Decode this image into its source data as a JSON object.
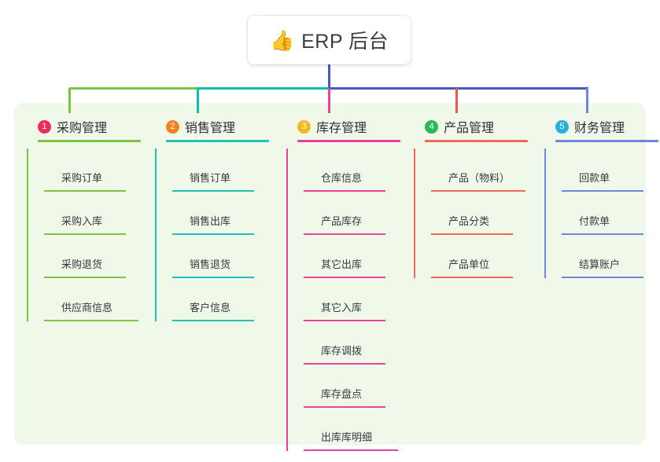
{
  "root": {
    "icon": "thumbs-up-icon",
    "emoji": "👍",
    "title": "ERP 后台"
  },
  "panel": {
    "background": "#eff8e9"
  },
  "connector_colors": {
    "trunk": "#4a55c8",
    "segment_green": "#7ec143",
    "segment_teal": "#11bfae",
    "segment_blue": "#4a55c8",
    "drop_1": "#7ec143",
    "drop_2": "#11bfae",
    "drop_3": "#e8429a",
    "drop_4": "#f0564a",
    "drop_5": "#6f86e0"
  },
  "columns": [
    {
      "index": "1",
      "title": "采购管理",
      "badge_color": "#ef2d56",
      "line_color": "#7ec143",
      "items": [
        "采购订单",
        "采购入库",
        "采购退货",
        "供应商信息"
      ]
    },
    {
      "index": "2",
      "title": "销售管理",
      "badge_color": "#f58220",
      "line_color": "#1fc2b4",
      "items": [
        "销售订单",
        "销售出库",
        "销售退货",
        "客户信息"
      ]
    },
    {
      "index": "3",
      "title": "库存管理",
      "badge_color": "#f5b820",
      "line_color": "#e8429a",
      "items": [
        "仓库信息",
        "产品库存",
        "其它出库",
        "其它入库",
        "库存调拨",
        "库存盘点",
        "出库库明细"
      ]
    },
    {
      "index": "4",
      "title": "产品管理",
      "badge_color": "#22bb55",
      "line_color": "#f4685c",
      "items": [
        "产品（物料）",
        "产品分类",
        "产品单位"
      ]
    },
    {
      "index": "5",
      "title": "财务管理",
      "badge_color": "#29aee0",
      "line_color": "#6f86e0",
      "items": [
        "回款单",
        "付款单",
        "结算账户"
      ]
    }
  ]
}
